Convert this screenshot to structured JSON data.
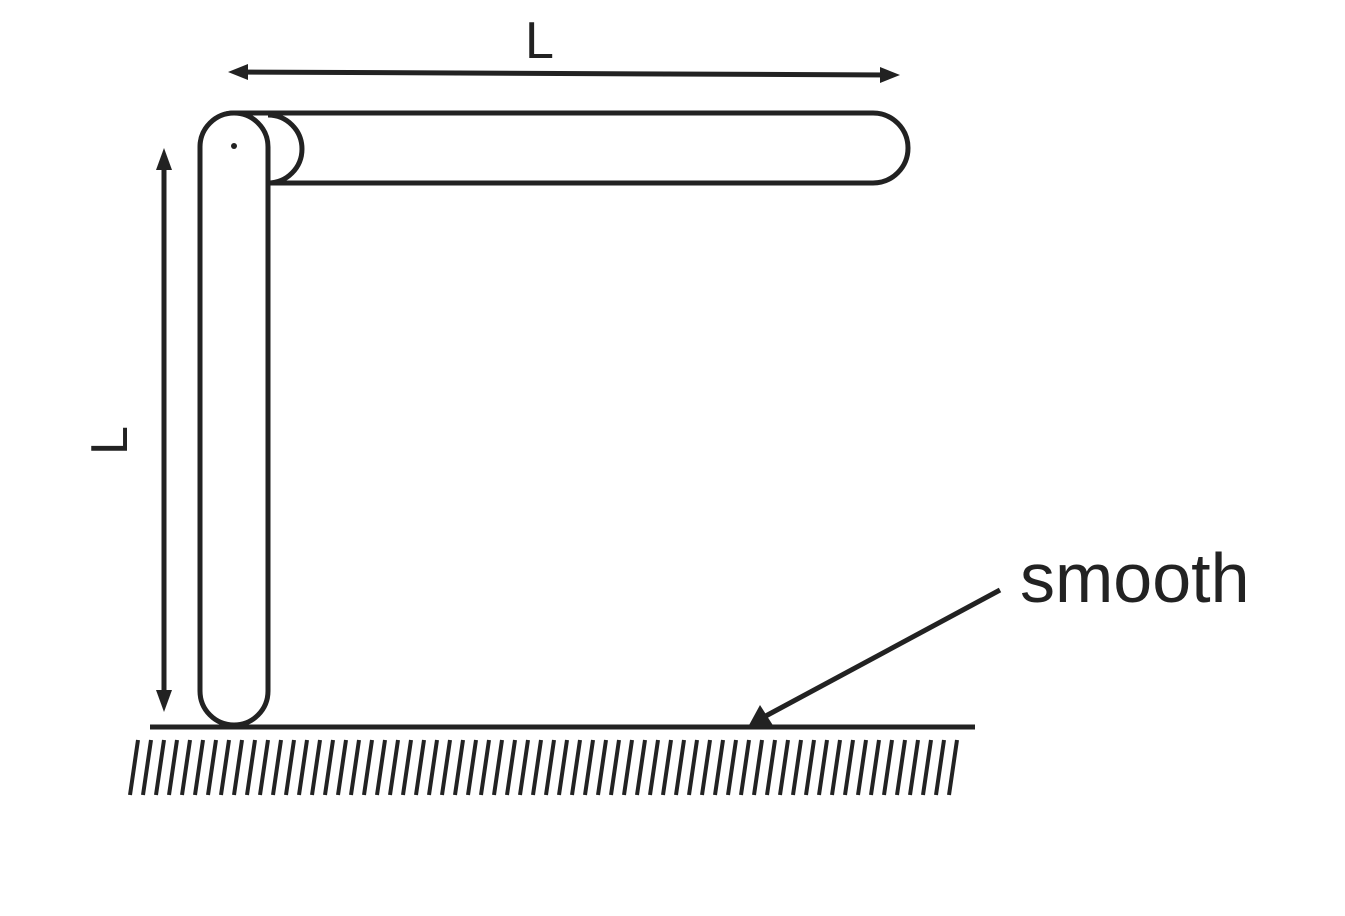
{
  "labels": {
    "horizontal_length": "L",
    "vertical_length": "L",
    "surface": "smooth"
  }
}
